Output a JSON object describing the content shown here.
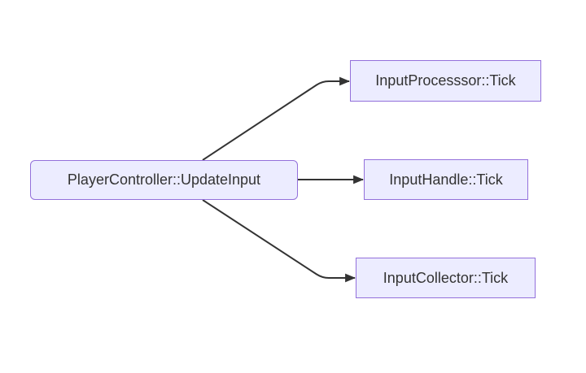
{
  "diagram": {
    "type": "flowchart",
    "direction": "left-to-right",
    "background": "#ffffff",
    "colors": {
      "node_fill": "#ECECFF",
      "node_border": "#9370DB",
      "edge_stroke": "#333333",
      "text": "#333333"
    },
    "nodes": [
      {
        "id": "A",
        "label": "PlayerController::UpdateInput",
        "shape": "rounded-rect"
      },
      {
        "id": "B",
        "label": "InputProcesssor::Tick",
        "shape": "rect"
      },
      {
        "id": "C",
        "label": "InputHandle::Tick",
        "shape": "rect"
      },
      {
        "id": "D",
        "label": "InputCollector::Tick",
        "shape": "rect"
      }
    ],
    "edges": [
      {
        "from": "PlayerController::UpdateInput",
        "to": "InputProcesssor::Tick",
        "arrow": "arrowhead"
      },
      {
        "from": "PlayerController::UpdateInput",
        "to": "InputHandle::Tick",
        "arrow": "arrowhead"
      },
      {
        "from": "PlayerController::UpdateInput",
        "to": "InputCollector::Tick",
        "arrow": "arrowhead"
      }
    ]
  }
}
